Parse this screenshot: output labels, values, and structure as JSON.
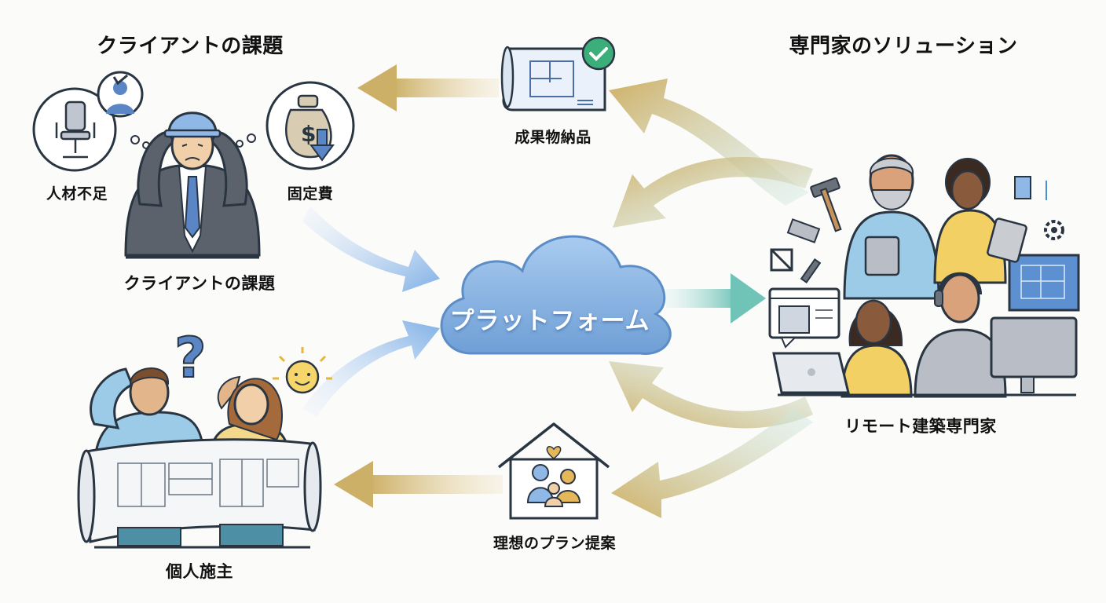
{
  "headings": {
    "left": "クライアントの課題",
    "right": "専門家のソリューション"
  },
  "labels": {
    "staff_shortage": "人材不足",
    "fixed_cost": "固定費",
    "client_issue": "クライアントの課題",
    "individual_owner": "個人施主",
    "deliverables": "成果物納品",
    "ideal_plan": "理想のプラン提案",
    "remote_architects": "リモート建築専門家",
    "platform": "プラットフォーム"
  },
  "icons": [
    "office-chair-icon",
    "wrench-person-icon",
    "money-bag-icon",
    "down-arrow-icon",
    "blueprint-check-icon",
    "house-family-icon",
    "question-mark-icon",
    "sun-smile-icon",
    "hammer-icon",
    "gear-icon",
    "cube-icon",
    "pencil-icon",
    "building-window-icon"
  ],
  "colors": {
    "cloud": "#7fb0e0",
    "arrow_blue": "#8fb8e6",
    "arrow_gold": "#d2b56c",
    "arrow_teal": "#7fcbc0",
    "ink": "#2a3542"
  }
}
